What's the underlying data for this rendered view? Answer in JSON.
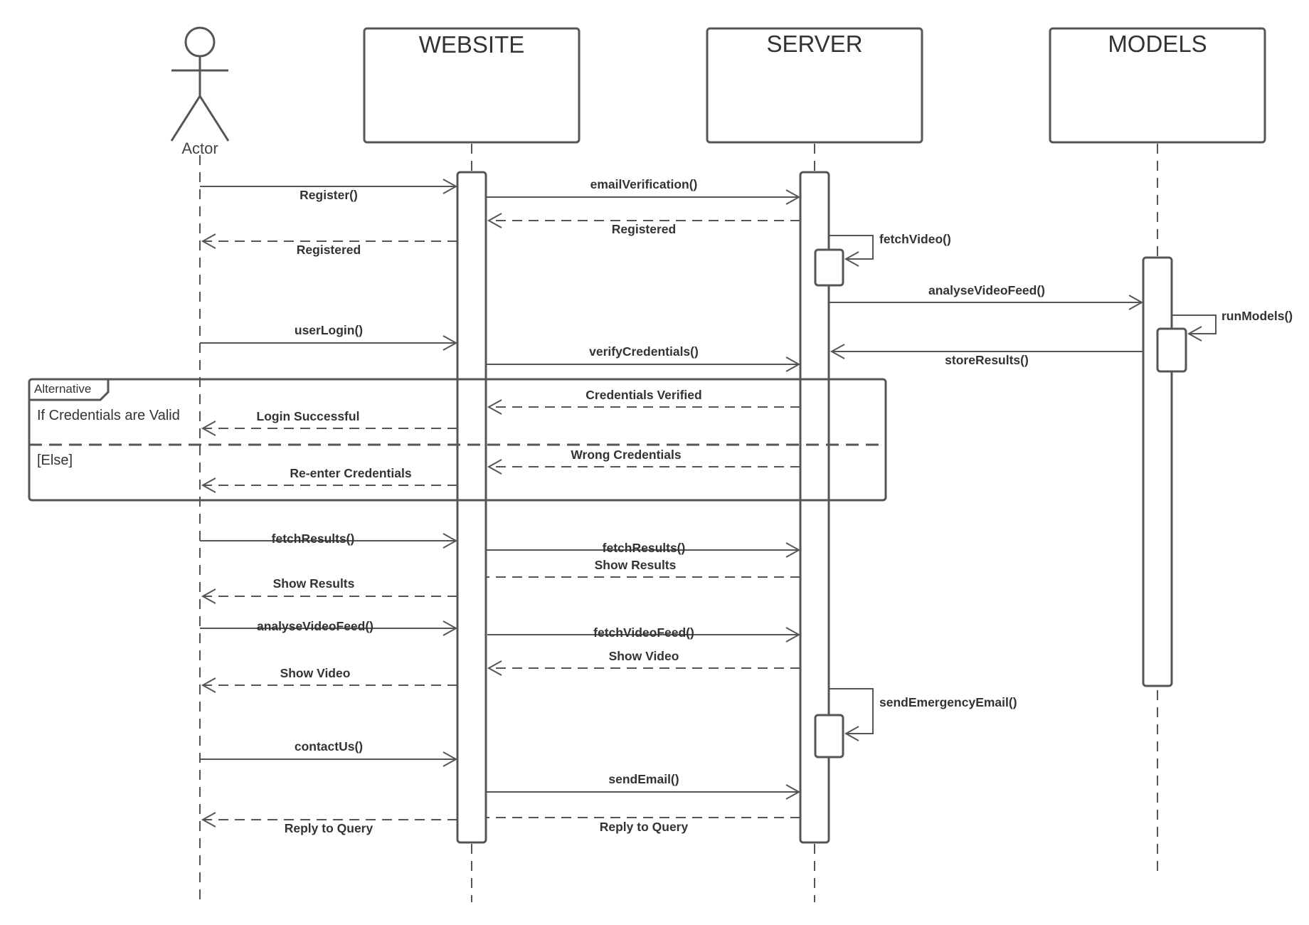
{
  "colors": {
    "stroke": "#555555",
    "text": "#333333",
    "background": "#ffffff"
  },
  "actor": {
    "label": "Actor",
    "icon": "stick-figure-icon"
  },
  "participants": [
    {
      "id": "website",
      "label": "WEBSITE"
    },
    {
      "id": "server",
      "label": "SERVER"
    },
    {
      "id": "models",
      "label": "MODELS"
    }
  ],
  "messages": [
    {
      "label": "Register()",
      "from": "actor",
      "to": "website",
      "style": "solid"
    },
    {
      "label": "emailVerification()",
      "from": "website",
      "to": "server",
      "style": "solid"
    },
    {
      "label": "Registered",
      "from": "server",
      "to": "website",
      "style": "dashed"
    },
    {
      "label": "Registered",
      "from": "website",
      "to": "actor",
      "style": "dashed"
    },
    {
      "label": "fetchVideo()",
      "from": "server",
      "to": "server",
      "style": "self"
    },
    {
      "label": "analyseVideoFeed()",
      "from": "server",
      "to": "models",
      "style": "solid"
    },
    {
      "label": "runModels()",
      "from": "models",
      "to": "models",
      "style": "self"
    },
    {
      "label": "userLogin()",
      "from": "actor",
      "to": "website",
      "style": "solid"
    },
    {
      "label": "storeResults()",
      "from": "models",
      "to": "server",
      "style": "solid"
    },
    {
      "label": "verifyCredentials()",
      "from": "website",
      "to": "server",
      "style": "solid"
    },
    {
      "label": "Credentials Verified",
      "from": "server",
      "to": "website",
      "style": "dashed"
    },
    {
      "label": "Login Successful",
      "from": "website",
      "to": "actor",
      "style": "dashed"
    },
    {
      "label": "Wrong Credentials",
      "from": "server",
      "to": "website",
      "style": "dashed"
    },
    {
      "label": "Re-enter Credentials",
      "from": "website",
      "to": "actor",
      "style": "dashed"
    },
    {
      "label": "fetchResults()",
      "from": "actor",
      "to": "website",
      "style": "solid"
    },
    {
      "label": "fetchResults()",
      "from": "website",
      "to": "server",
      "style": "solid"
    },
    {
      "label": "Show Results",
      "from": "server",
      "to": "website",
      "style": "dashed"
    },
    {
      "label": "Show Results",
      "from": "website",
      "to": "actor",
      "style": "dashed"
    },
    {
      "label": "analyseVideoFeed()",
      "from": "actor",
      "to": "website",
      "style": "solid"
    },
    {
      "label": "fetchVideoFeed()",
      "from": "website",
      "to": "server",
      "style": "solid"
    },
    {
      "label": "Show Video",
      "from": "server",
      "to": "website",
      "style": "dashed"
    },
    {
      "label": "Show Video",
      "from": "website",
      "to": "actor",
      "style": "dashed"
    },
    {
      "label": "sendEmergencyEmail()",
      "from": "server",
      "to": "server",
      "style": "self"
    },
    {
      "label": "contactUs()",
      "from": "actor",
      "to": "website",
      "style": "solid"
    },
    {
      "label": "sendEmail()",
      "from": "website",
      "to": "server",
      "style": "solid"
    },
    {
      "label": "Reply to Query",
      "from": "server",
      "to": "website",
      "style": "dashed"
    },
    {
      "label": "Reply to Query",
      "from": "website",
      "to": "actor",
      "style": "dashed"
    }
  ],
  "fragment": {
    "label": "Alternative",
    "operands": [
      "If Credentials are Valid",
      "[Else]"
    ]
  }
}
